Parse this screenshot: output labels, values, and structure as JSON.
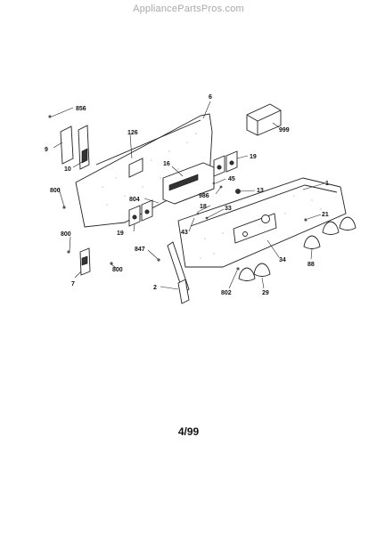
{
  "watermark": {
    "text": "AppliancePartsPros.com"
  },
  "footer": {
    "date_code": "4/99"
  },
  "callouts": {
    "c6": "6",
    "c856": "856",
    "c999": "999",
    "c9": "9",
    "c126": "126",
    "c10": "10",
    "c16": "16",
    "c19a": "19",
    "c45": "45",
    "c800a": "800",
    "c986": "986",
    "c13": "13",
    "c1": "1",
    "c804": "804",
    "c18": "18",
    "c33": "33",
    "c21": "21",
    "c19b": "19",
    "c43": "43",
    "c800b": "800",
    "c847": "847",
    "c34": "34",
    "c88": "88",
    "c7": "7",
    "c800c": "800",
    "c2": "2",
    "c802": "802",
    "c29": "29"
  }
}
